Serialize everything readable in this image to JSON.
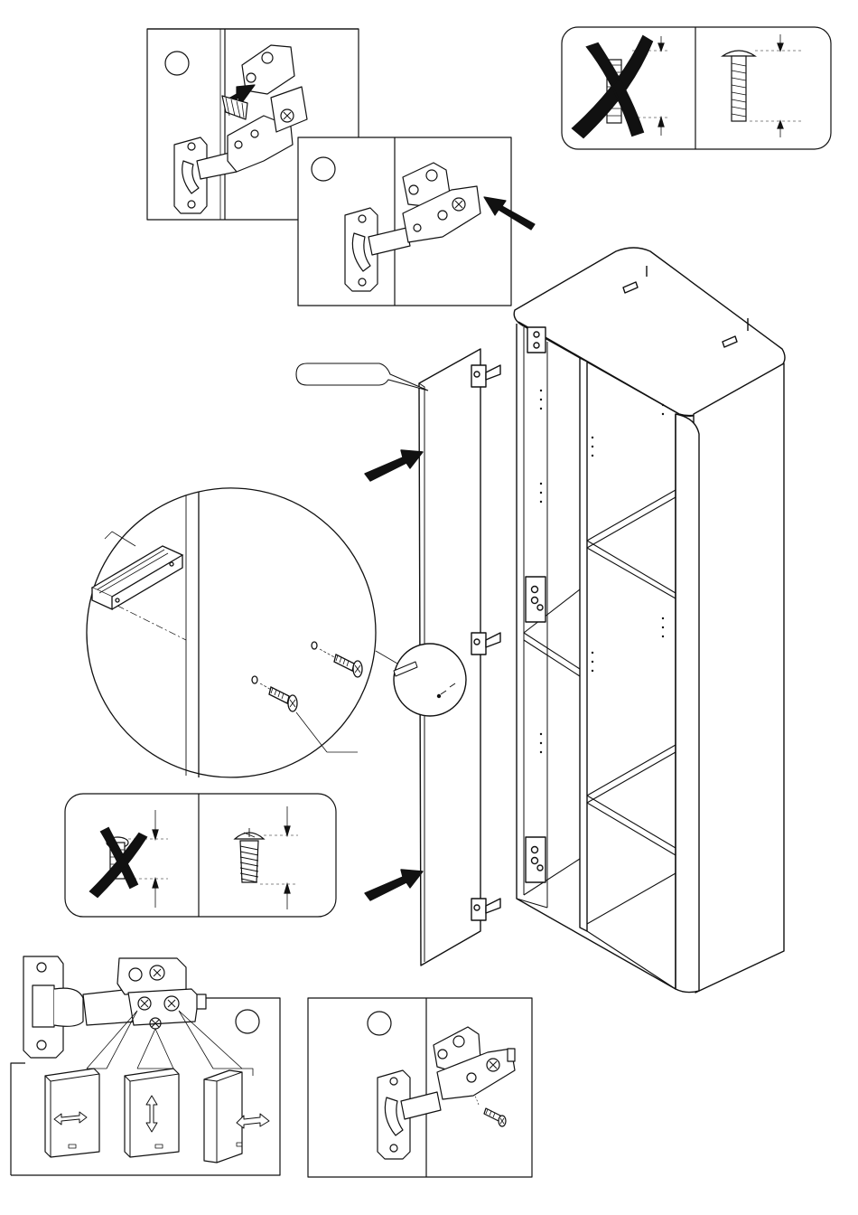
{
  "page": {
    "title": "",
    "background": "#ffffff",
    "ink": "#111111",
    "gray": "#888888"
  },
  "steps": [
    {
      "id": "step-top-left",
      "label": ""
    },
    {
      "id": "step-top-middle",
      "label": ""
    },
    {
      "id": "step-bottom-left",
      "label": ""
    },
    {
      "id": "step-bottom-right",
      "label": ""
    }
  ],
  "part_callout": {
    "label": ""
  },
  "screw_check_top": {
    "wrong_icon": "cross-mark-icon",
    "right_icon": "flat-head-screw-icon"
  },
  "screw_check_bottom": {
    "wrong_icon": "cross-mark-icon",
    "right_icon": "phillips-screw-icon"
  },
  "adjust_panels": [
    {
      "arrow": "horizontal-arrows-icon"
    },
    {
      "arrow": "vertical-arrows-icon"
    },
    {
      "arrow": "depth-arrows-icon"
    }
  ]
}
